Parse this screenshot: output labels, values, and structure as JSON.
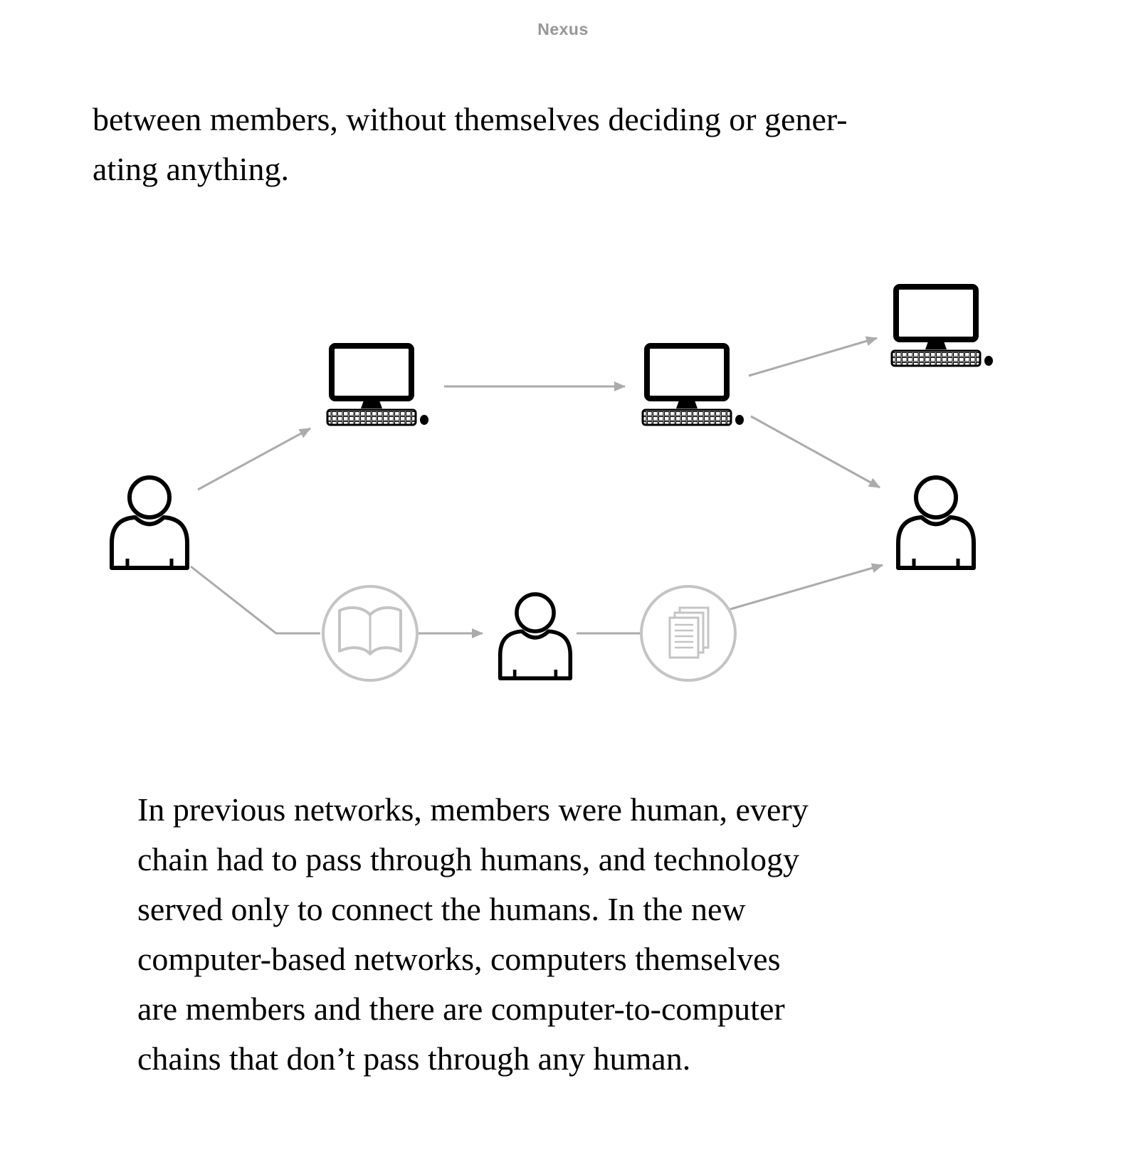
{
  "header": {
    "title": "Nexus"
  },
  "page": {
    "paragraph_top": "between members, without themselves deciding or gener-\nating anything.",
    "paragraph_bottom": "In previous networks, members were human, every\nchain had to pass through humans, and technology\nserved only to connect the humans. In the new\ncomputer-based networks, computers themselves\nare members and there are computer-to-computer\nchains that don’t pass through any human."
  },
  "diagram": {
    "icons": [
      "person-icon",
      "computer-icon",
      "computer-icon",
      "computer-icon",
      "person-icon",
      "book-icon",
      "person-icon",
      "documents-icon"
    ],
    "colors": {
      "node_stroke": "#000000",
      "faded_stroke": "#c4c4c4",
      "arrow": "#ababab",
      "text": "#000000",
      "header_text": "#969696",
      "background": "#ffffff"
    }
  }
}
